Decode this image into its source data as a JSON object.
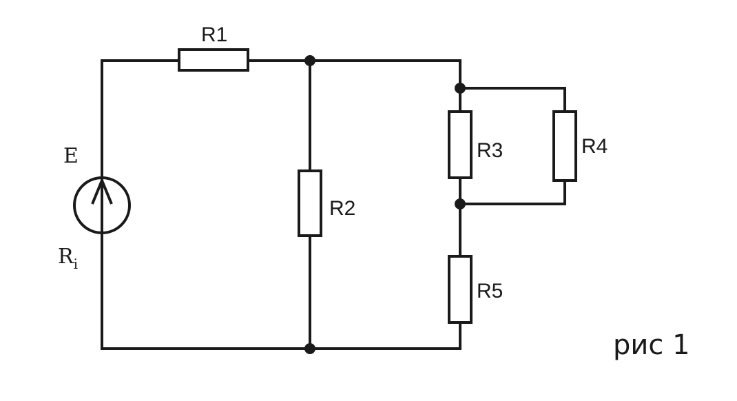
{
  "labels": {
    "R1": "R1",
    "R2": "R2",
    "R3": "R3",
    "R4": "R4",
    "R5": "R5",
    "E": "E",
    "Ri_main": "R",
    "Ri_sub": "i"
  },
  "caption": "рис 1",
  "colors": {
    "ink": "#1a1a1a",
    "background": "#ffffff"
  }
}
